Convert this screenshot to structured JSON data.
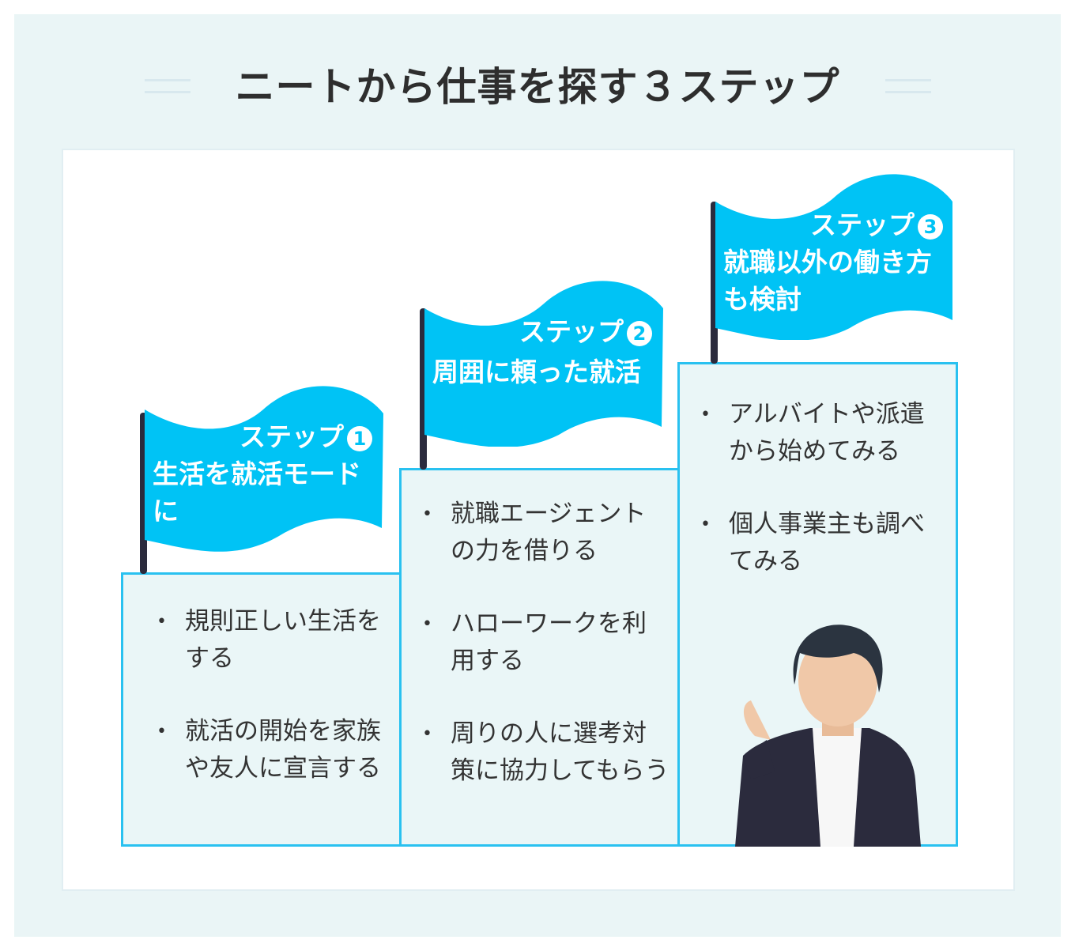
{
  "title": "ニートから仕事を探す３ステップ",
  "colors": {
    "accent": "#00c3f5",
    "border": "#29c1f0",
    "text": "#333333"
  },
  "steps": [
    {
      "label": "ステップ",
      "number": "1",
      "title": "生活を就活モードに",
      "items": [
        "規則正しい生活をする",
        "就活の開始を家族や友人に宣言する"
      ]
    },
    {
      "label": "ステップ",
      "number": "2",
      "title": "周囲に頼った就活",
      "items": [
        "就職エージェントの力を借りる",
        "ハローワークを利用する",
        "周りの人に選考対策に協力してもらう"
      ]
    },
    {
      "label": "ステップ",
      "number": "3",
      "title": "就職以外の働き方も検討",
      "items": [
        "アルバイトや派遣から始めてみる",
        "個人事業主も調べてみる"
      ]
    }
  ]
}
